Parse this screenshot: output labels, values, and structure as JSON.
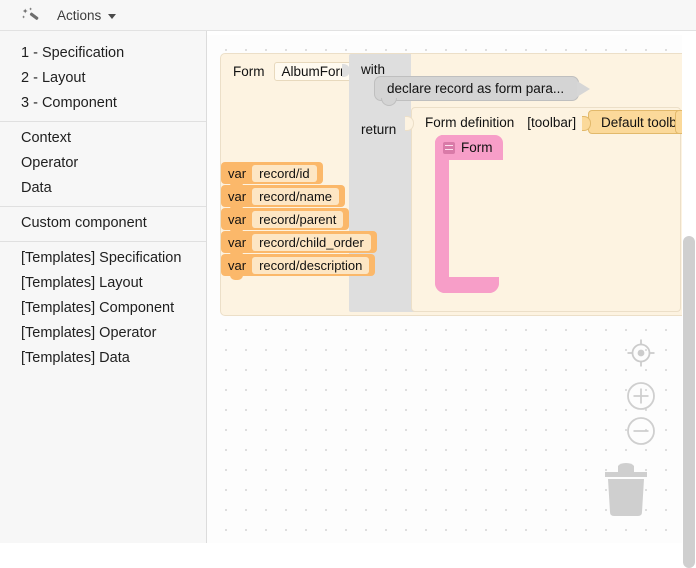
{
  "topbar": {
    "wand_icon": "magic-wand-icon",
    "actions_label": "Actions",
    "caret_icon": "chevron-down-icon"
  },
  "sidebar": {
    "groups": [
      {
        "items": [
          {
            "label": "1 - Specification"
          },
          {
            "label": "2 - Layout"
          },
          {
            "label": "3 - Component"
          }
        ]
      },
      {
        "items": [
          {
            "label": "Context"
          },
          {
            "label": "Operator"
          },
          {
            "label": "Data"
          }
        ]
      },
      {
        "items": [
          {
            "label": "Custom component"
          }
        ]
      },
      {
        "items": [
          {
            "label": "[Templates] Specification"
          },
          {
            "label": "[Templates] Layout"
          },
          {
            "label": "[Templates] Component"
          },
          {
            "label": "[Templates] Operator"
          },
          {
            "label": "[Templates] Data"
          }
        ]
      }
    ]
  },
  "canvas": {
    "form_block": {
      "keyword": "Form",
      "name_value": "AlbumForm"
    },
    "with_block": {
      "with_label": "with",
      "return_label": "return"
    },
    "declare_bubble": {
      "text": "declare record as form para..."
    },
    "form_definition": {
      "title": "Form definition",
      "slot_label": "[toolbar]"
    },
    "toolbar_block": {
      "label": "Default toolbar"
    },
    "pink_form": {
      "icon": "list-icon",
      "label": "Form"
    },
    "vars": [
      {
        "keyword": "var",
        "value": "record/id"
      },
      {
        "keyword": "var",
        "value": "record/name"
      },
      {
        "keyword": "var",
        "value": "record/parent"
      },
      {
        "keyword": "var",
        "value": "record/child_order"
      },
      {
        "keyword": "var",
        "value": "record/description"
      }
    ],
    "controls": [
      {
        "name": "center-target-icon"
      },
      {
        "name": "zoom-in-icon"
      },
      {
        "name": "zoom-out-icon"
      },
      {
        "name": "trash-icon"
      }
    ]
  },
  "colors": {
    "beige_block": "#fdf3e1",
    "grey_block": "#dedede",
    "pink_block": "#f79ec8",
    "orange_var": "#fbb86a",
    "toolbar_orange": "#fbd99a",
    "sidebar_bg": "#f7f7f7"
  }
}
